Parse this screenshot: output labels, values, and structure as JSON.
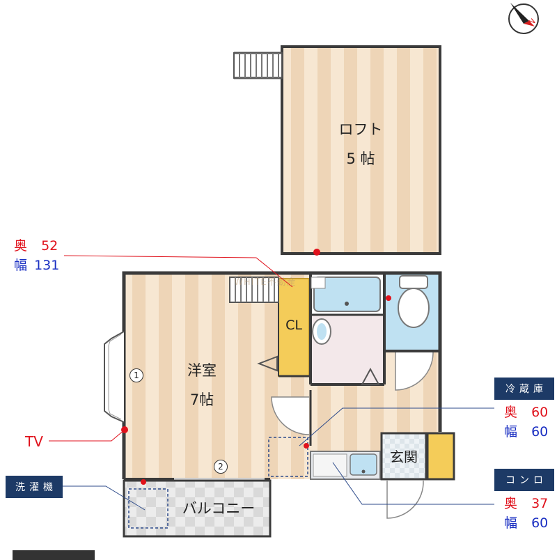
{
  "rooms": {
    "loft_name": "ロフト",
    "loft_size": "5 帖",
    "western_name": "洋室",
    "western_size": "7帖",
    "closet": "CL",
    "entrance": "玄関",
    "balcony": "バルコニー"
  },
  "markers": {
    "one": "1",
    "two": "2"
  },
  "tv_label": "TV",
  "washer_tag": "洗濯機",
  "fridge": {
    "tag": "冷蔵庫",
    "depth_label": "奥",
    "depth_value": "60",
    "width_label": "幅",
    "width_value": "60"
  },
  "stove": {
    "tag": "コンロ",
    "depth_label": "奥",
    "depth_value": "37",
    "width_label": "幅",
    "width_value": "60"
  },
  "closet_dims": {
    "depth_label": "奥",
    "depth_value": "52",
    "width_label": "幅",
    "width_value": "131"
  },
  "watermark": "WHITE不動産",
  "compass_label": "N",
  "colors": {
    "floor_light": "#f7e7d2",
    "floor_dark": "#eed5b7",
    "wall": "#3b3b3b",
    "closet": "#f4cc59",
    "bath": "#bfe1f2",
    "dim_red": "#e0121c",
    "dim_blue": "#1a2fc2",
    "tag_bg": "#1d3a66"
  }
}
